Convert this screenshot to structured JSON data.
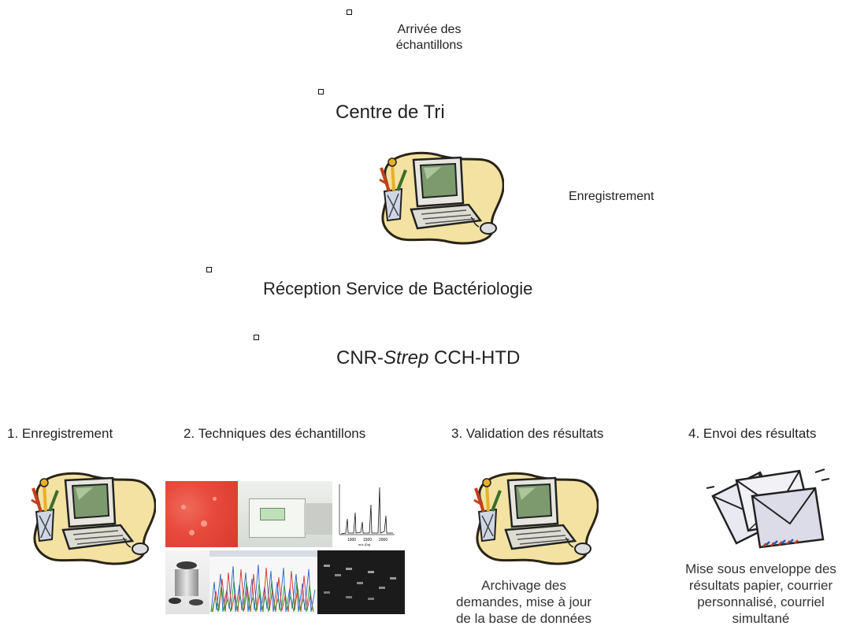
{
  "flow": {
    "step1_line1": "Arrivée des",
    "step1_line2": "échantillons",
    "step2": "Centre de Tri",
    "register_label": "Enregistrement",
    "step3": "Réception Service de Bactériologie",
    "step4_prefix": "CNR-",
    "step4_italic": "Strep",
    "step4_suffix": " CCH-HTD"
  },
  "stages": [
    {
      "title": "1. Enregistrement"
    },
    {
      "title": "2. Techniques des échantillons"
    },
    {
      "title": "3. Validation des résultats",
      "caption_lines": [
        "Archivage des",
        "demandes, mise à jour",
        "de la base de données"
      ]
    },
    {
      "title": "4. Envoi des résultats",
      "caption_lines": [
        "Mise sous enveloppe des",
        "résultats papier, courrier",
        "personnalisé, courriel",
        "simultané"
      ]
    }
  ],
  "spectrum_axis": {
    "ticks": [
      "1000",
      "1500",
      "2000"
    ],
    "unit": "m/z (Da)"
  },
  "icons": [
    "computer-clipart-icon",
    "envelopes-clipart-icon"
  ]
}
